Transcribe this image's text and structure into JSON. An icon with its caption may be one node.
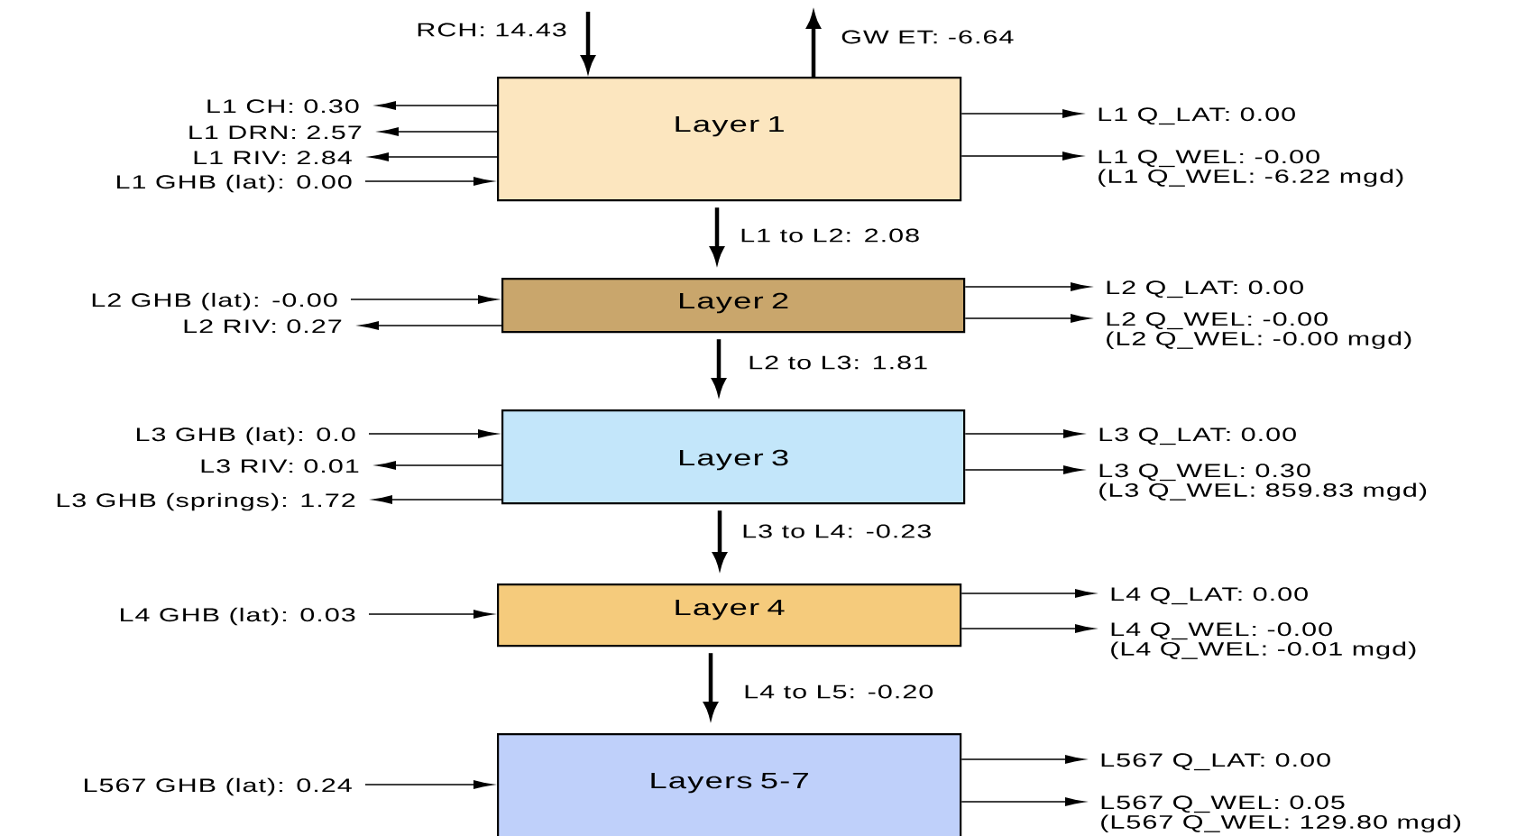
{
  "diagram": {
    "nodes": [
      {
        "text": [
          "Layer 1"
        ]
      },
      {
        "text": [
          "L1 CH: 0.30"
        ]
      },
      {
        "text": [
          "L1 DRN: 2.57"
        ]
      },
      {
        "text": [
          "L1 RIV: 2.84"
        ]
      },
      {
        "text": [
          "L1 GHB (lat): 0.00"
        ]
      },
      {
        "text": [
          "L1 Q_LAT: 0.00"
        ]
      },
      {
        "text": [
          "L1 Q_WEL: -0.00",
          "(L1 Q_WEL: -6.22 mgd)"
        ]
      },
      {
        "text": [
          "Layer 2"
        ]
      },
      {
        "text": [
          "L2 GHB (lat): -0.00"
        ]
      },
      {
        "text": [
          "L2 RIV: 0.27"
        ]
      },
      {
        "text": [
          "L2 Q_LAT: 0.00"
        ]
      },
      {
        "text": [
          "L2 Q_WEL: -0.00",
          "(L2 Q_WEL: -0.00 mgd)"
        ]
      },
      {
        "text": [
          "Layer 3"
        ]
      },
      {
        "text": [
          "L3 GHB (lat): 0.0"
        ]
      },
      {
        "text": [
          "L3 RIV: 0.01"
        ]
      },
      {
        "text": [
          "L3 GHB (springs): 1.72"
        ]
      },
      {
        "text": [
          "L3 Q_LAT: 0.00"
        ]
      },
      {
        "text": [
          "L3 Q_WEL: 0.30",
          "(L3 Q_WEL: 859.83 mgd)"
        ]
      },
      {
        "text": [
          "Layer 4"
        ]
      },
      {
        "text": [
          "L4 GHB (lat): 0.03"
        ]
      },
      {
        "text": [
          "L4 Q_LAT: 0.00"
        ]
      },
      {
        "text": [
          "L4 Q_WEL: -0.00",
          "(L4 Q_WEL: -0.01 mgd)"
        ]
      },
      {
        "text": [
          "Layers 5-7"
        ]
      },
      {
        "text": [
          "L567 GHB (lat): 0.24"
        ]
      },
      {
        "text": [
          "L567 Q_LAT: 0.00"
        ]
      },
      {
        "text": [
          "L567 Q_WEL: 0.05",
          "(L567 Q_WEL: 129.80 mgd)"
        ]
      }
    ],
    "edges": [
      {
        "from": null,
        "to": 0,
        "arrow": "to",
        "label": "RCH: 14.43",
        "style": "thick"
      },
      {
        "from": 0,
        "to": null,
        "arrow": "to",
        "label": "GW ET: -6.64",
        "style": "thick"
      },
      {
        "from": 0,
        "to": 1,
        "arrow": "to"
      },
      {
        "from": 0,
        "to": 2,
        "arrow": "to"
      },
      {
        "from": 0,
        "to": 3,
        "arrow": "to"
      },
      {
        "from": 4,
        "to": 0,
        "arrow": "to"
      },
      {
        "from": 0,
        "to": 5,
        "arrow": "to"
      },
      {
        "from": 0,
        "to": 6,
        "arrow": "to"
      },
      {
        "from": 0,
        "to": 7,
        "arrow": "to",
        "label": "L1 to L2: 2.08",
        "style": "thick"
      },
      {
        "from": 8,
        "to": 7,
        "arrow": "to"
      },
      {
        "from": 7,
        "to": 9,
        "arrow": "to"
      },
      {
        "from": 7,
        "to": 10,
        "arrow": "to"
      },
      {
        "from": 7,
        "to": 11,
        "arrow": "to"
      },
      {
        "from": 7,
        "to": 12,
        "arrow": "to",
        "label": "L2 to L3: 1.81",
        "style": "thick"
      },
      {
        "from": 13,
        "to": 12,
        "arrow": "to"
      },
      {
        "from": 12,
        "to": 14,
        "arrow": "to"
      },
      {
        "from": 12,
        "to": 15,
        "arrow": "to"
      },
      {
        "from": 12,
        "to": 16,
        "arrow": "to"
      },
      {
        "from": 12,
        "to": 17,
        "arrow": "to"
      },
      {
        "from": 12,
        "to": 18,
        "arrow": "to",
        "label": "L3 to L4: -0.23",
        "style": "thick"
      },
      {
        "from": 19,
        "to": 18,
        "arrow": "to"
      },
      {
        "from": 18,
        "to": 20,
        "arrow": "to"
      },
      {
        "from": 18,
        "to": 21,
        "arrow": "to"
      },
      {
        "from": 18,
        "to": 22,
        "arrow": "to",
        "label": "L4 to L5: -0.20",
        "style": "thick"
      },
      {
        "from": 23,
        "to": 22,
        "arrow": "to"
      },
      {
        "from": 22,
        "to": 24,
        "arrow": "to"
      },
      {
        "from": 22,
        "to": 25,
        "arrow": "to"
      }
    ]
  }
}
